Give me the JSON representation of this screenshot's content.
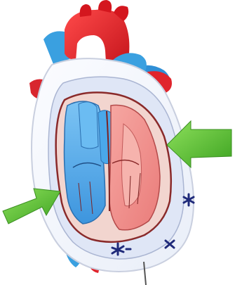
{
  "diagram": {
    "colors": {
      "background": "#ffffff",
      "artery_red": "#e0242c",
      "vein_blue": "#3aa0e0",
      "pericardium_outer": "#f4f6fb",
      "pericardial_cavity": "#dfe6f6",
      "myocardium_outline": "#8a2a2a",
      "right_heart_blue": "#5ab0ee",
      "left_heart_pink": "#f08c8c",
      "arrow_green": "#5cc236",
      "fluid_marks_navy": "#1f2a7a"
    },
    "arrows": [
      {
        "name": "pressure-arrow-right",
        "direction": "left"
      },
      {
        "name": "pressure-arrow-left",
        "direction": "up-right"
      }
    ],
    "fluid_marks_count": 4,
    "labels": []
  }
}
